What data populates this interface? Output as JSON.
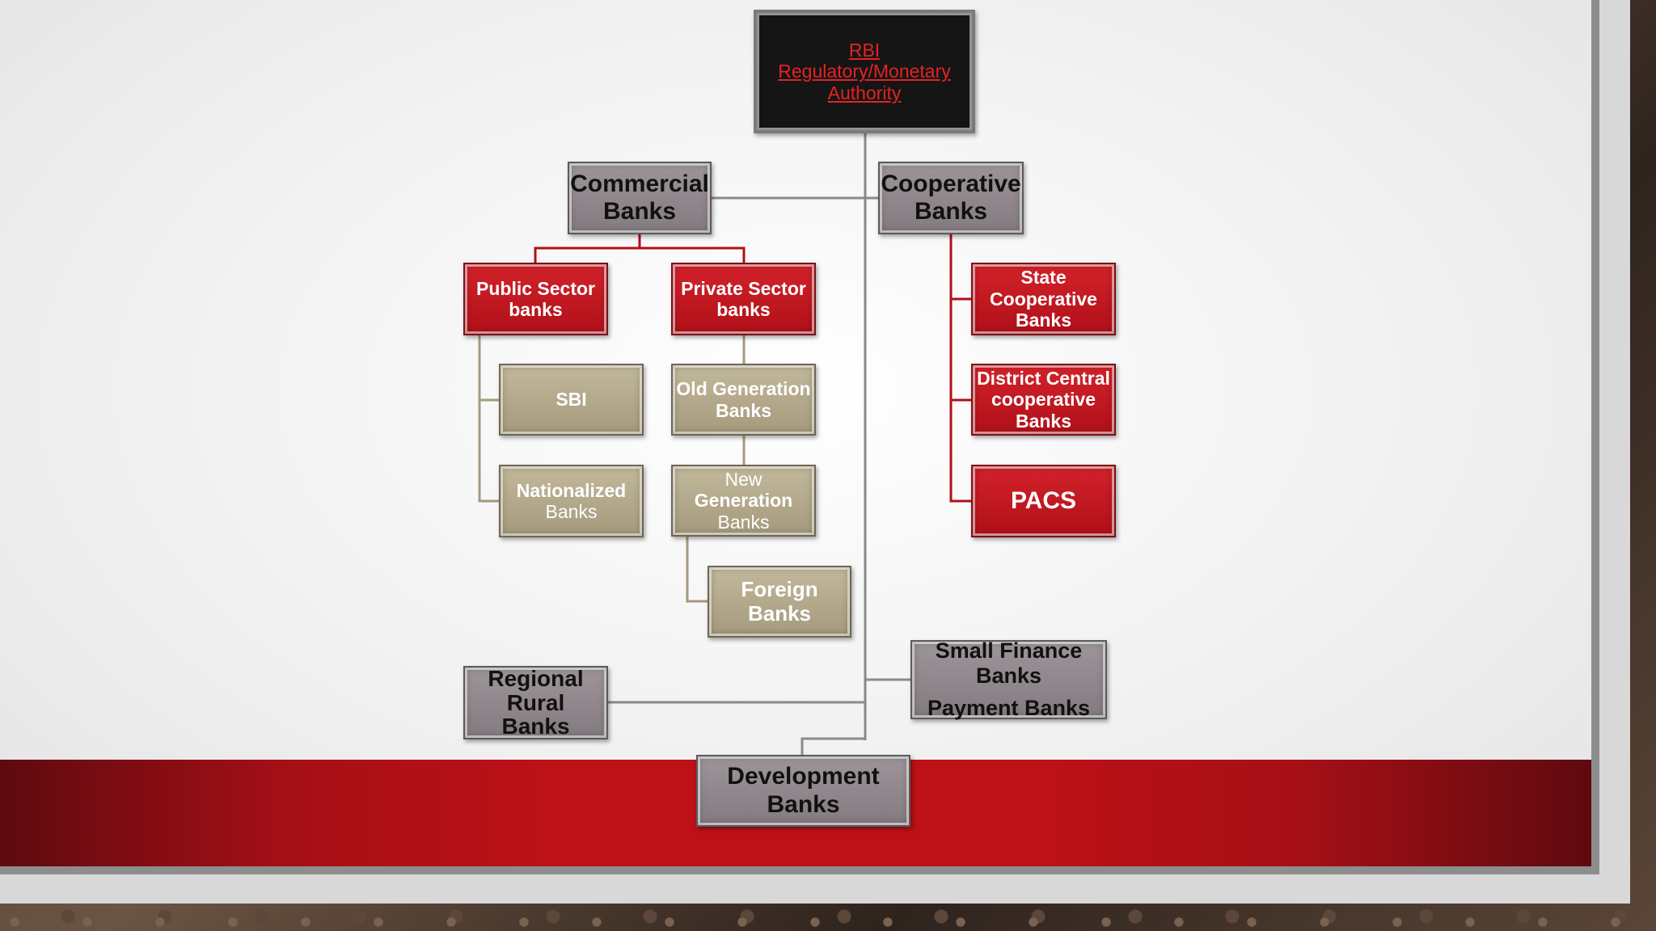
{
  "chart": {
    "root": {
      "lines": [
        "RBI",
        "Regulatory/Monetary",
        "Authority"
      ]
    },
    "commercial": "Commercial\nBanks",
    "cooperative": "Cooperative\nBanks",
    "public_sector": "Public Sector\nbanks",
    "private_sector": "Private Sector\nbanks",
    "sbi": "SBI",
    "nationalized": {
      "line1": "Nationalized",
      "line2": "Banks"
    },
    "old_generation": "Old Generation\nBanks",
    "new_generation": {
      "line1": "New",
      "line2": "Generation",
      "line3": "Banks"
    },
    "foreign": "Foreign\nBanks",
    "state_coop": "State\nCooperative\nBanks",
    "district_coop": "District Central\ncooperative\nBanks",
    "pacs": "PACS",
    "small_finance": "Small Finance\nBanks",
    "payment": "Payment Banks",
    "regional_rural": "Regional\nRural\nBanks",
    "development": "Development\nBanks"
  },
  "colors": {
    "gray_node": "#9d959a",
    "red_node": "#c41a22",
    "tan_node": "#b3a98b",
    "root_node": "#151515",
    "band": "#bd1117"
  }
}
